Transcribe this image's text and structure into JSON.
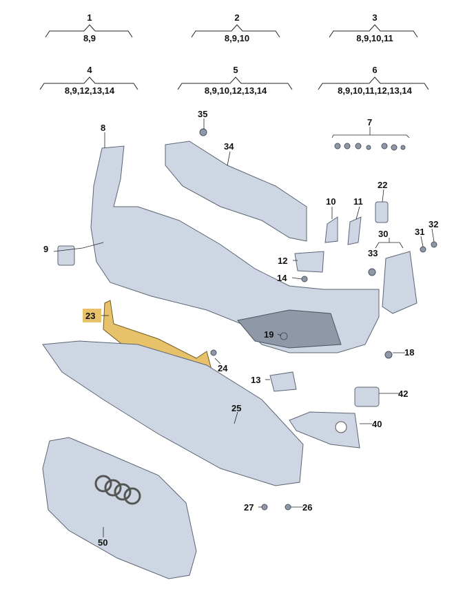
{
  "groups": [
    {
      "number": "1",
      "contents": "8,9"
    },
    {
      "number": "2",
      "contents": "8,9,10"
    },
    {
      "number": "3",
      "contents": "8,9,10,11"
    },
    {
      "number": "4",
      "contents": "8,9,12,13,14"
    },
    {
      "number": "5",
      "contents": "8,9,10,12,13,14"
    },
    {
      "number": "6",
      "contents": "8,9,10,11,12,13,14"
    }
  ],
  "parts": {
    "p7": "7",
    "p8": "8",
    "p9": "9",
    "p10": "10",
    "p11": "11",
    "p12": "12",
    "p13": "13",
    "p14": "14",
    "p18": "18",
    "p19": "19",
    "p22": "22",
    "p23": "23",
    "p24": "24",
    "p25": "25",
    "p26": "26",
    "p27": "27",
    "p30": "30",
    "p31": "31",
    "p32": "32",
    "p33": "33",
    "p34": "34",
    "p35": "35",
    "p40": "40",
    "p42": "42",
    "p50": "50"
  },
  "highlighted_part": "23",
  "colors": {
    "part_fill": "#cdd6e2",
    "highlight": "#e7c26a"
  }
}
